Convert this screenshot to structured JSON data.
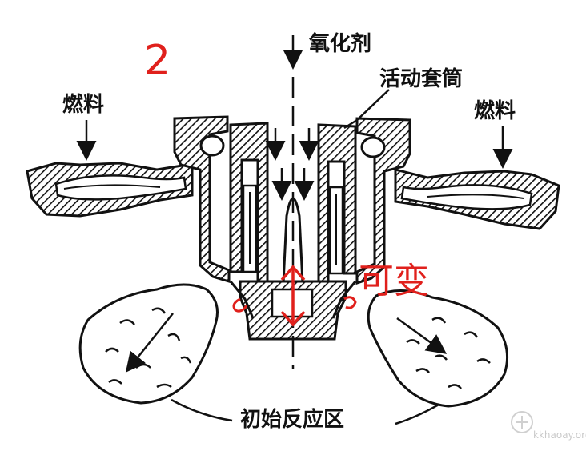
{
  "labels": {
    "oxidizer": "氧化剂",
    "sleeve": "活动套筒",
    "fuel_left": "燃料",
    "fuel_right": "燃料",
    "zone": "初始反应区"
  },
  "annotations": {
    "number": "2",
    "variable": "可变"
  },
  "watermark": {
    "text": "kkhaoay.org"
  },
  "colors": {
    "ink": "#111111",
    "annotation": "#e0201c",
    "paper": "#ffffff"
  }
}
